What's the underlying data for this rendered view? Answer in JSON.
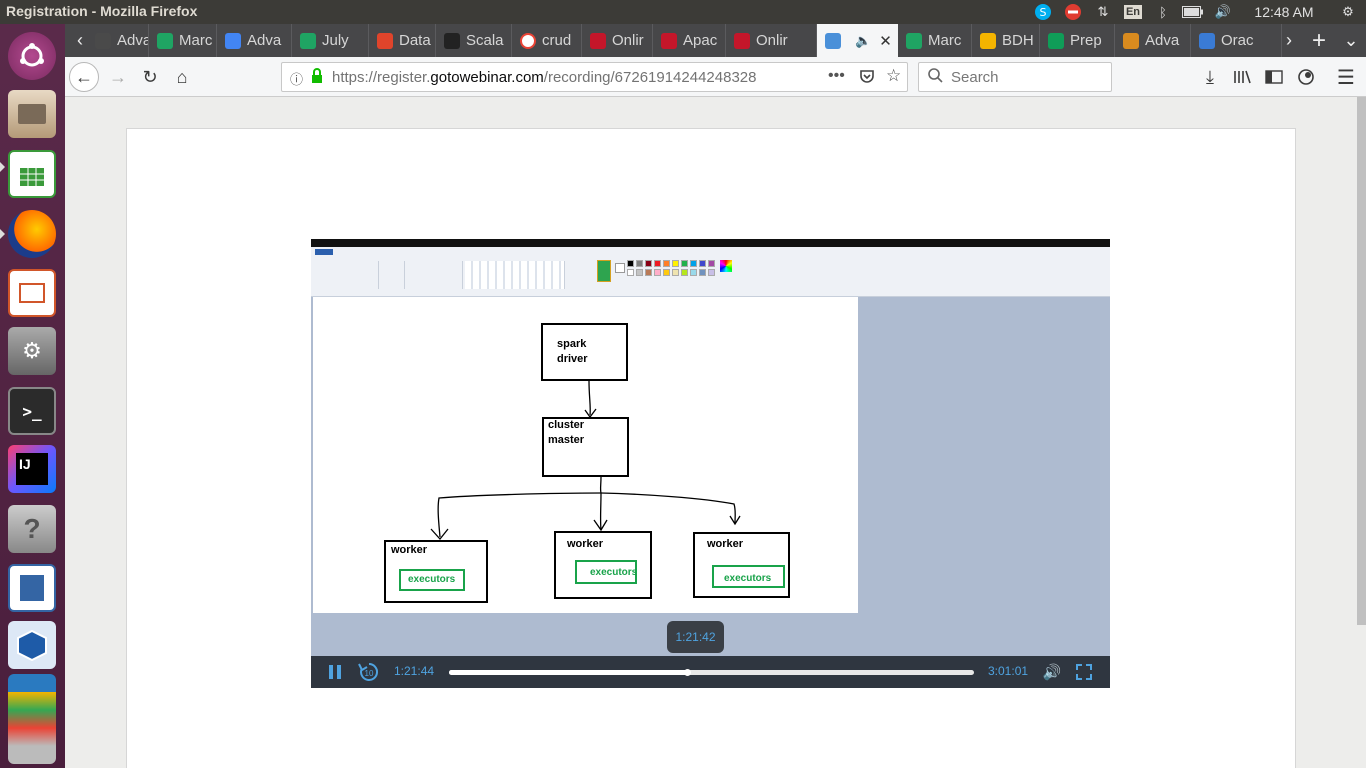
{
  "window": {
    "title": "Registration - Mozilla Firefox"
  },
  "panel": {
    "keyboard": "En",
    "clock": "12:48 AM"
  },
  "tabs": [
    {
      "label": "Adva",
      "color": "#4a4a4a",
      "icon": "arrow"
    },
    {
      "label": "Marc",
      "color": "#1fa463"
    },
    {
      "label": "Adva",
      "color": "#4285f4"
    },
    {
      "label": "July",
      "color": "#1fa463"
    },
    {
      "label": "Data",
      "color": "#e0442b"
    },
    {
      "label": "Scala",
      "color": "#222"
    },
    {
      "label": "crud",
      "color": "#ffffff"
    },
    {
      "label": "Onlir",
      "color": "#c4162a"
    },
    {
      "label": "Apac",
      "color": "#c4162a"
    },
    {
      "label": "Onlir",
      "color": "#c4162a"
    },
    {
      "label": "",
      "color": "#4a90d9"
    },
    {
      "label": "Marc",
      "color": "#1fa463"
    },
    {
      "label": "BDH",
      "color": "#f4b400"
    },
    {
      "label": "Prep",
      "color": "#0f9d58"
    },
    {
      "label": "Adva",
      "color": "#d98b1f"
    },
    {
      "label": "Orac",
      "color": "#3a7bd5"
    }
  ],
  "navbar": {
    "url_domain": "https://register.",
    "url_host": "gotowebinar.com",
    "url_path": "/recording/67261914244248328",
    "search_placeholder": "Search"
  },
  "diagram": {
    "nodes": {
      "driver_line1": "spark",
      "driver_line2": "driver",
      "master_line1": "cluster",
      "master_line2": "master",
      "worker1": "worker",
      "worker2": "worker",
      "worker3": "worker",
      "exec1": "executors",
      "exec2": "executors",
      "exec3": "executors"
    }
  },
  "player": {
    "current_time": "1:21:44",
    "duration": "3:01:01",
    "hover_time": "1:21:42",
    "progress": 0.454,
    "rewind_seconds": "10"
  },
  "colors": {
    "worker_accent": "#19a34a"
  }
}
